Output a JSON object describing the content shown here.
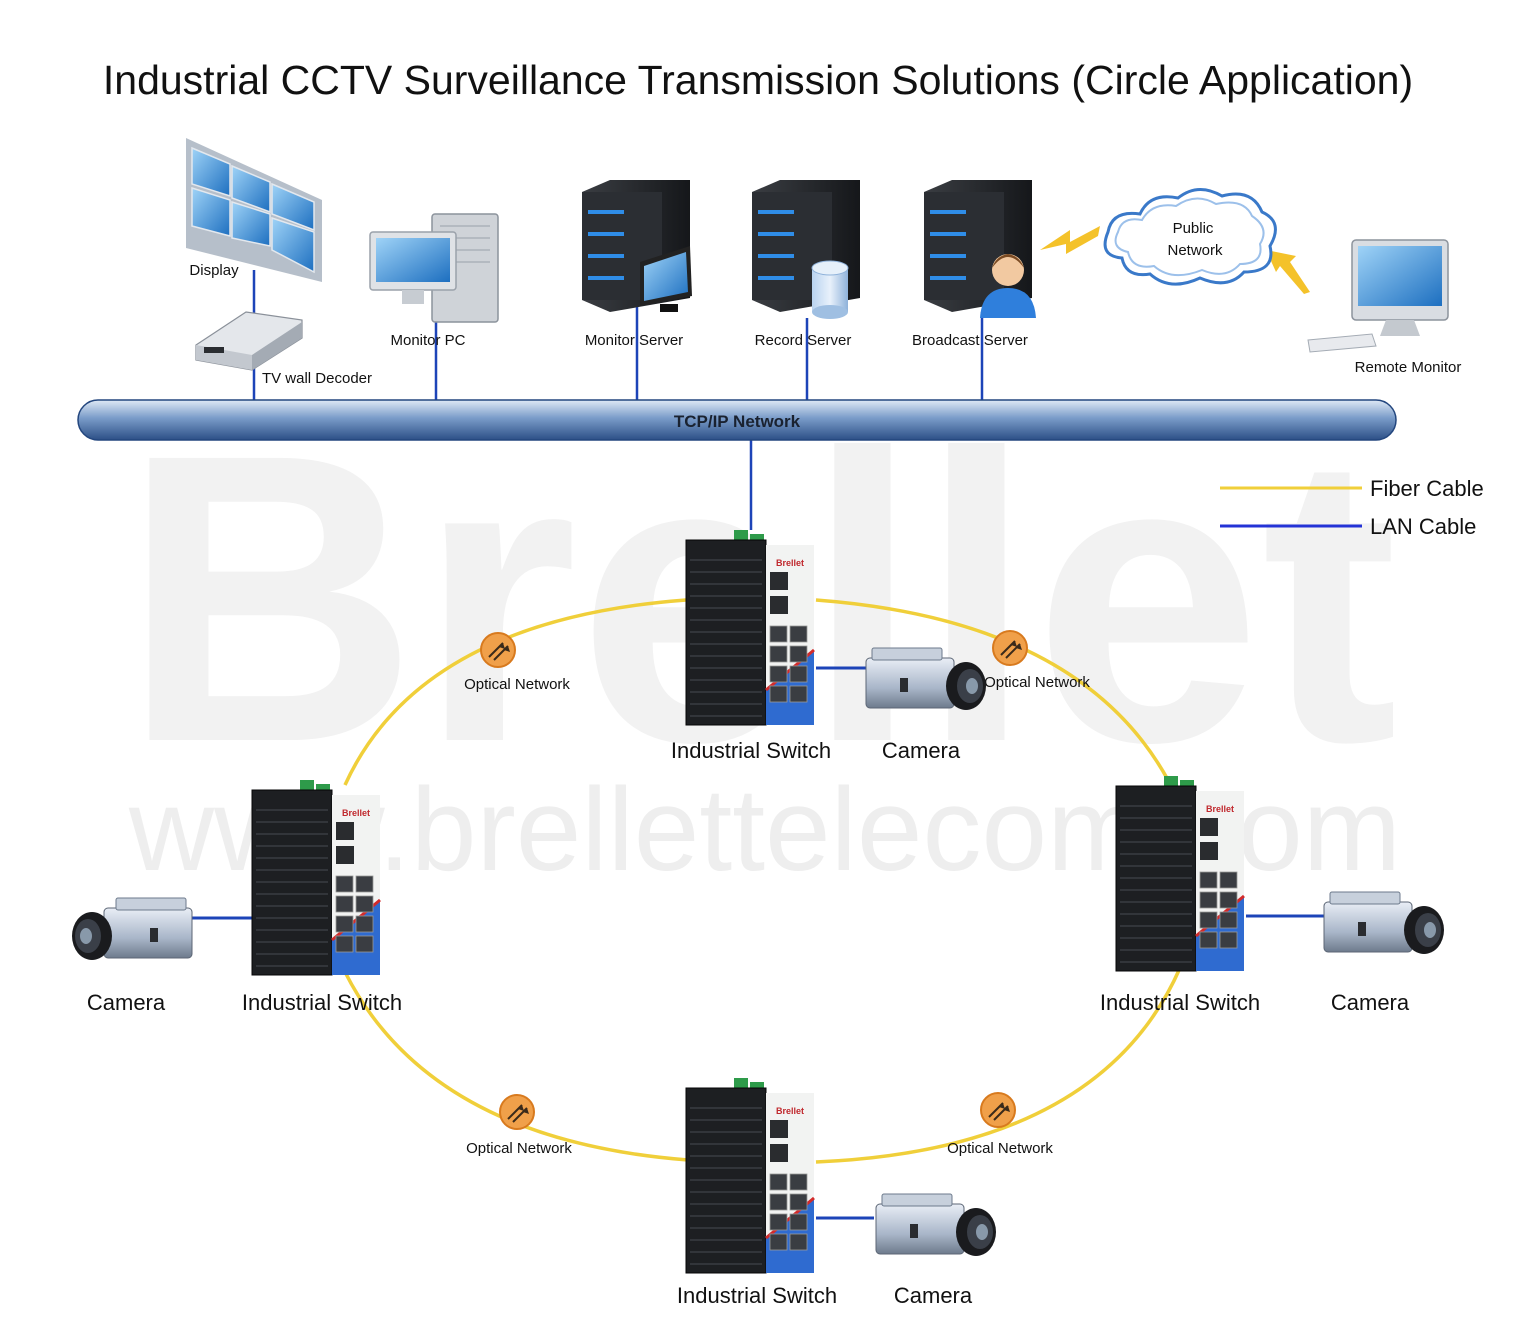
{
  "title": "Industrial CCTV Surveillance Transmission Solutions (Circle Application)",
  "watermark": {
    "logo": "Brellet",
    "url": "www.brellettelecom.com"
  },
  "devices": {
    "display": "Display",
    "tv_wall_decoder": "TV wall Decoder",
    "monitor_pc": "Monitor PC",
    "monitor_server": "Monitor Server",
    "record_server": "Record Server",
    "broadcast_server": "Broadcast Server",
    "public_network_line1": "Public",
    "public_network_line2": "Network",
    "remote_monitor": "Remote Monitor"
  },
  "network_bus": "TCP/IP Network",
  "legend": {
    "fiber": {
      "label": "Fiber Cable",
      "color": "#f0cf3a"
    },
    "lan": {
      "label": "LAN Cable",
      "color": "#2433d6"
    }
  },
  "ring_nodes": {
    "top": {
      "switch": "Industrial Switch",
      "camera": "Camera"
    },
    "left": {
      "switch": "Industrial Switch",
      "camera": "Camera"
    },
    "right": {
      "switch": "Industrial Switch",
      "camera": "Camera"
    },
    "bottom": {
      "switch": "Industrial Switch",
      "camera": "Camera"
    }
  },
  "switch_brand": "Brellet",
  "optical_links": {
    "top_left": "Optical Network",
    "top_right": "Optical Network",
    "bottom_left": "Optical Network",
    "bottom_right": "Optical Network"
  },
  "colors": {
    "bus": "#3c66a0",
    "accent_orange": "#e8832a",
    "switch_body": "#1d1f22",
    "switch_blue": "#2f6bd0"
  }
}
